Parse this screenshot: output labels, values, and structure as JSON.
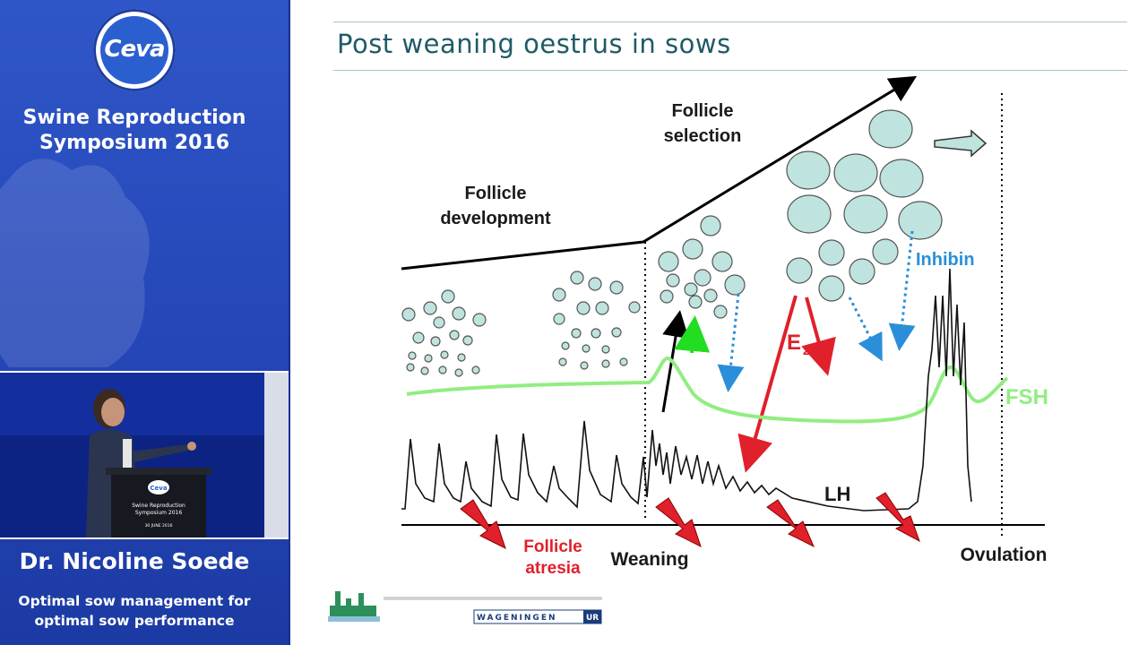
{
  "sidebar": {
    "logo_text": "Ceva",
    "event_title_line1": "Swine Reproduction",
    "event_title_line2": "Symposium 2016",
    "speaker_name": "Dr. Nicoline Soede",
    "talk_title_line1": "Optimal sow management for",
    "talk_title_line2": "optimal sow performance",
    "podium_text_line1": "Swine Reproduction",
    "podium_text_line2": "Symposium 2016",
    "podium_date": "30 JUNE 2016"
  },
  "slide": {
    "title": "Post weaning oestrus in sows",
    "labels": {
      "follicle_development_1": "Follicle",
      "follicle_development_2": "development",
      "follicle_selection_1": "Follicle",
      "follicle_selection_2": "selection",
      "inhibin": "Inhibin",
      "e2": "E",
      "e2_sub": "2",
      "fsh": "FSH",
      "lh": "LH",
      "follicle_atresia_1": "Follicle",
      "follicle_atresia_2": "atresia",
      "weaning": "Weaning",
      "ovulation": "Ovulation"
    },
    "footer_logo_text": "WAGENINGEN",
    "footer_logo_suffix": "UR"
  },
  "colors": {
    "sidebar_blue": "#2446b6",
    "title_teal": "#1f5b66",
    "follicle_fill": "#bfe3df",
    "fsh_green": "#90ee80",
    "inhibin_blue": "#2a8fd8",
    "e2_red": "#e0202a",
    "arrow_green": "#22dd22"
  }
}
